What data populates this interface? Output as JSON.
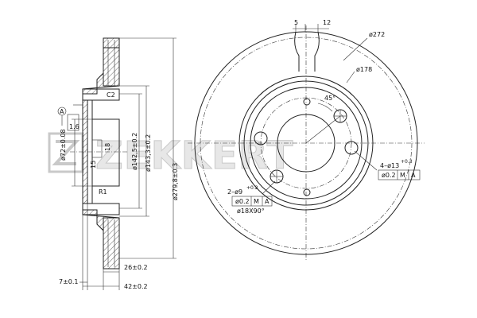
{
  "brand": "ZEKKERT",
  "side_view": {
    "dims": {
      "diameter_279": "ø279,8±0.3",
      "diameter_143": "ø143,3±0.2",
      "diameter_142": "ø142,5±0.2",
      "diameter_72": "ø72±0.08",
      "width_26": "26±0.2",
      "width_42": "42±0.2",
      "offset_7": "7±0.1",
      "chamfer": "C2",
      "radius": "R1",
      "dim_18": "18",
      "dim_15": "15",
      "datum_a": "A",
      "tolerance_16": "1.6"
    }
  },
  "front_view": {
    "dims": {
      "top_5": "5",
      "top_12": "12",
      "outer_272": "ø272",
      "inner_178": "ø178",
      "angle": "45°",
      "holes_4": "4–ø13",
      "holes_4_tol": "+0.3",
      "fcf_4_a": "ø0.2",
      "fcf_4_b": "M",
      "fcf_4_c": "A",
      "holes_2": "2–ø9",
      "holes_2_tol": "+0.2",
      "fcf_2_a": "ø0.2",
      "fcf_2_b": "M",
      "fcf_2_c": "A",
      "cbore": "ø18X90°"
    }
  }
}
